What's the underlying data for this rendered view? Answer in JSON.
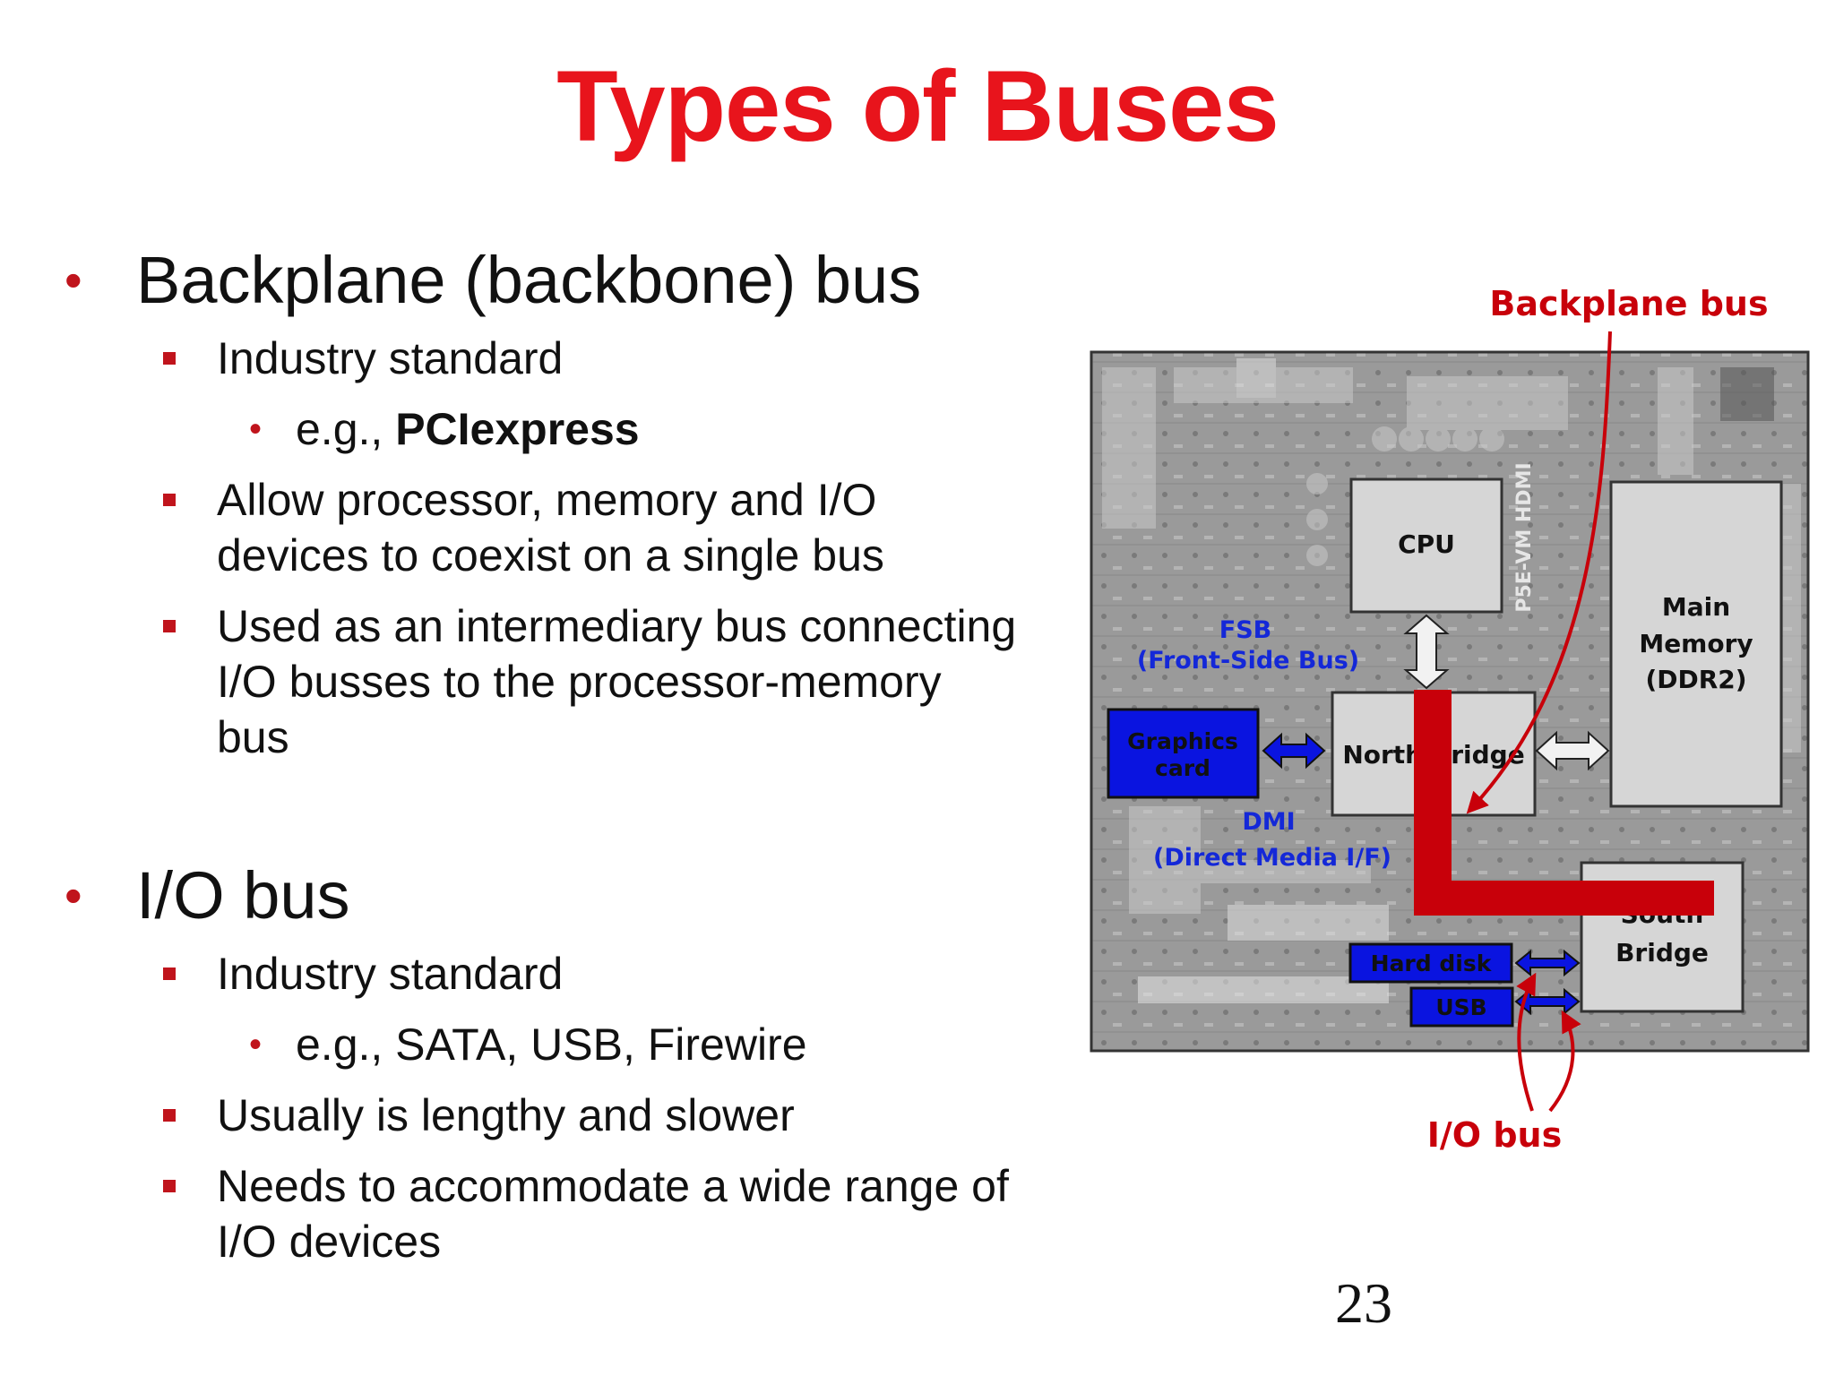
{
  "title": "Types of Buses",
  "page_number": "23",
  "bullets": {
    "backplane": {
      "heading": "Backplane (backbone) bus",
      "industry": "Industry standard",
      "example_prefix": "e.g., ",
      "example_bold": "PCIexpress",
      "allow_line1": "Allow processor, memory and I/O",
      "allow_line2": "devices to coexist on a single bus",
      "used_line1": "Used as an intermediary bus connecting",
      "used_line2": "I/O busses to the processor-memory",
      "used_line3": "bus"
    },
    "io": {
      "heading": "I/O bus",
      "industry": "Industry standard",
      "example": "e.g., SATA, USB, Firewire",
      "lengthy": "Usually is lengthy and slower",
      "needs_line1": "Needs to accommodate a wide range of",
      "needs_line2": "I/O devices"
    }
  },
  "diagram": {
    "backplane_label": "Backplane bus",
    "io_label": "I/O bus",
    "cpu": "CPU",
    "main_memory_line1": "Main",
    "main_memory_line2": "Memory",
    "main_memory_line3": "(DDR2)",
    "north_bridge": "North Bridge",
    "south_bridge_line1": "South",
    "south_bridge_line2": "Bridge",
    "graphics_line1": "Graphics",
    "graphics_line2": "card",
    "hard_disk": "Hard disk",
    "usb": "USB",
    "fsb_line1": "FSB",
    "fsb_line2": "(Front-Side Bus)",
    "dmi_line1": "DMI",
    "dmi_line2": "(Direct Media I/F)",
    "board_text": "P5E-VM HDMI"
  },
  "colors": {
    "title": "#e8141c",
    "bullet": "#c0141c",
    "bus_red": "#c8000a",
    "device_blue": "#0a14e0",
    "label_blue": "#1428d8"
  }
}
